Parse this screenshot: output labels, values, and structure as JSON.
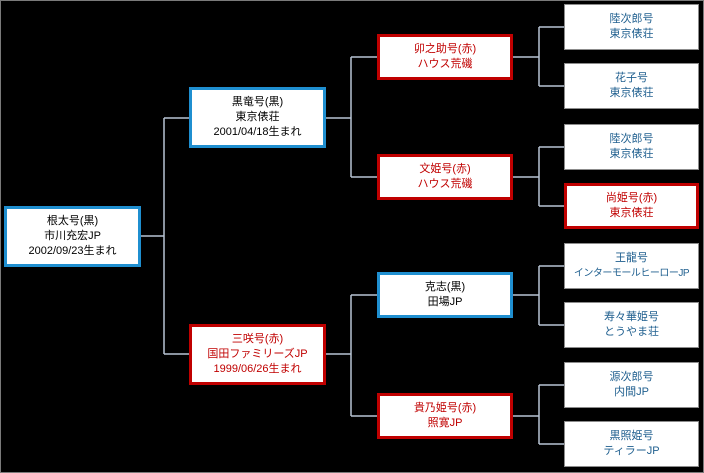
{
  "root": {
    "name": "根太号(黒)",
    "owner": "市川充宏JP",
    "born": "2002/09/23生まれ"
  },
  "sire": {
    "name": "黒竜号(黒)",
    "owner": "東京俵荘",
    "born": "2001/04/18生まれ"
  },
  "dam": {
    "name": "三咲号(赤)",
    "owner": "国田ファミリーズJP",
    "born": "1999/06/26生まれ"
  },
  "sire_sire": {
    "name": "卯之助号(赤)",
    "owner": "ハウス荒磯"
  },
  "sire_dam": {
    "name": "文姫号(赤)",
    "owner": "ハウス荒磯"
  },
  "dam_sire": {
    "name": "克志(黒)",
    "owner": "田場JP"
  },
  "dam_dam": {
    "name": "貴乃姫号(赤)",
    "owner": "照寛JP"
  },
  "g3": [
    {
      "name": "陸次郎号",
      "owner": "東京俵荘"
    },
    {
      "name": "花子号",
      "owner": "東京俵荘"
    },
    {
      "name": "陸次郎号",
      "owner": "東京俵荘"
    },
    {
      "name": "尚姫号(赤)",
      "owner": "東京俵荘"
    },
    {
      "name": "王龍号",
      "owner": "インターモールヒーローJP"
    },
    {
      "name": "寿々華姫号",
      "owner": "とうやま荘"
    },
    {
      "name": "源次郎号",
      "owner": "内間JP"
    },
    {
      "name": "黒照姫号",
      "owner": "ティラーJP"
    }
  ]
}
